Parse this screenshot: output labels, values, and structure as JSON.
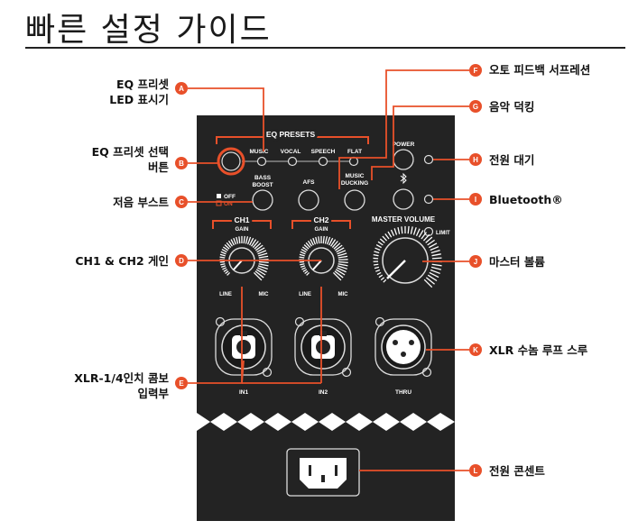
{
  "page_title": "빠른 설정 가이드",
  "colors": {
    "accent": "#e8502a",
    "panel": "#232323",
    "text": "#111111"
  },
  "callouts": {
    "A": {
      "letter": "A",
      "text": "EQ 프리셋\nLED 표시기"
    },
    "B": {
      "letter": "B",
      "text": "EQ 프리셋 선택\n버튼"
    },
    "C": {
      "letter": "C",
      "text": "저음 부스트"
    },
    "D": {
      "letter": "D",
      "text": "CH1 & CH2 게인"
    },
    "E": {
      "letter": "E",
      "text": "XLR-1/4인치 콤보\n입력부"
    },
    "F": {
      "letter": "F",
      "text": "오토 피드백 서프레션"
    },
    "G": {
      "letter": "G",
      "text": "음악 덕킹"
    },
    "H": {
      "letter": "H",
      "text": "전원 대기"
    },
    "I": {
      "letter": "I",
      "text": "Bluetooth®"
    },
    "J": {
      "letter": "J",
      "text": "마스터 볼륨"
    },
    "K": {
      "letter": "K",
      "text": "XLR 수놈 루프 스루"
    },
    "L": {
      "letter": "L",
      "text": "전원 콘센트"
    }
  },
  "panel": {
    "eq_presets": "EQ PRESETS",
    "presets": [
      "MUSIC",
      "VOCAL",
      "SPEECH",
      "FLAT"
    ],
    "bass_boost": "BASS\nBOOST",
    "afs": "AFS",
    "music_ducking": "MUSIC\nDUCKING",
    "power": "POWER",
    "off": "OFF",
    "on": "ON",
    "ch1": "CH1",
    "ch2": "CH2",
    "gain": "GAIN",
    "master_volume": "MASTER VOLUME",
    "limit": "LIMIT",
    "line": "LINE",
    "mic": "MIC",
    "in1": "IN1",
    "in2": "IN2",
    "thru": "THRU"
  }
}
